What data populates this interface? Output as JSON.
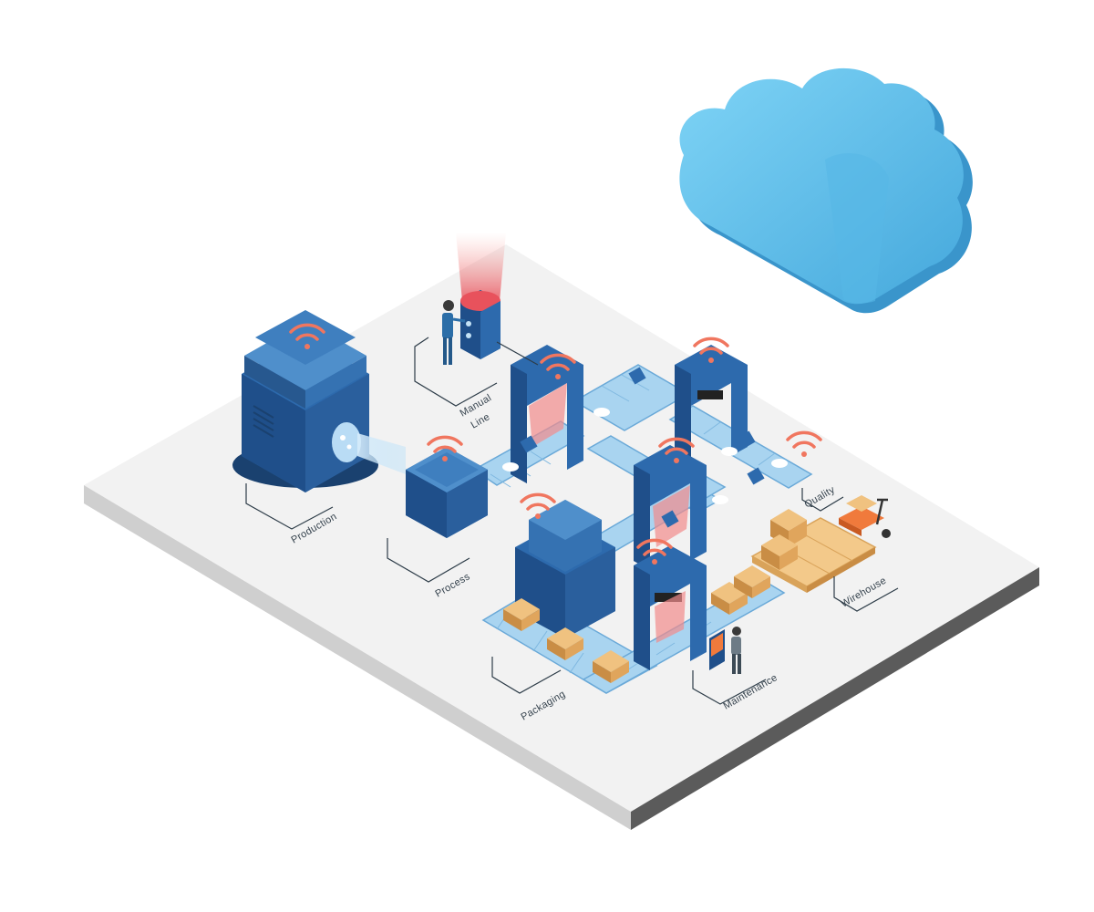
{
  "labels": {
    "production": "Production",
    "process": "Process",
    "manual_line_1": "Manual",
    "manual_line_2": "Line",
    "quality": "Quality",
    "warehouse": "Wirehouse",
    "packaging": "Packaging",
    "maintenance": "Maintenance"
  },
  "colors": {
    "platform_top": "#f3f3f3",
    "platform_edge_left": "#c9c9c9",
    "platform_edge_right": "#5a5a5a",
    "machine_dark": "#1f4f8a",
    "machine_mid": "#2d6aad",
    "machine_light": "#4f8fcb",
    "conveyor": "#a9d4f0",
    "conveyor_dark": "#6aa9d8",
    "signal": "#f0765f",
    "cloud_light": "#6ccaf2",
    "cloud_dark": "#3d9bd0",
    "box": "#e9b46a",
    "box_dark": "#c98d45",
    "pallet": "#f3c98a"
  },
  "icons": [
    "cloud-icon",
    "wifi-signal-icon",
    "worker-icon",
    "pallet-jack-icon"
  ]
}
